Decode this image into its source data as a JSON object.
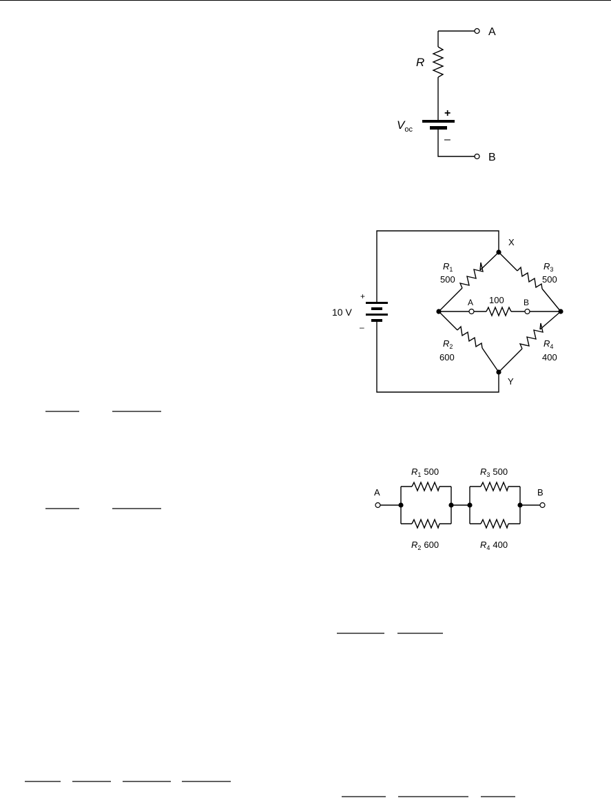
{
  "fig_thevenin": {
    "resistor": "R",
    "source_v": "V",
    "source_sub": "oc",
    "plus": "+",
    "minus": "–",
    "terminal_a": "A",
    "terminal_b": "B"
  },
  "fig_bridge": {
    "node_x": "X",
    "node_y": "Y",
    "battery_plus": "+",
    "battery_minus": "–",
    "battery_label": "10 V",
    "r1_name": "R",
    "r1_sub": "1",
    "r1_value": "500",
    "r2_name": "R",
    "r2_sub": "2",
    "r2_value": "600",
    "r3_name": "R",
    "r3_sub": "3",
    "r3_value": "500",
    "r4_name": "R",
    "r4_sub": "4",
    "r4_value": "400",
    "terminal_a": "A",
    "terminal_b": "B",
    "load_value": "100"
  },
  "fig_equivalent": {
    "terminal_a": "A",
    "terminal_b": "B",
    "r1_name": "R",
    "r1_sub": "1",
    "r1_value": "500",
    "r2_name": "R",
    "r2_sub": "2",
    "r2_value": "600",
    "r3_name": "R",
    "r3_sub": "3",
    "r3_value": "500",
    "r4_name": "R",
    "r4_sub": "4",
    "r4_value": "400"
  }
}
